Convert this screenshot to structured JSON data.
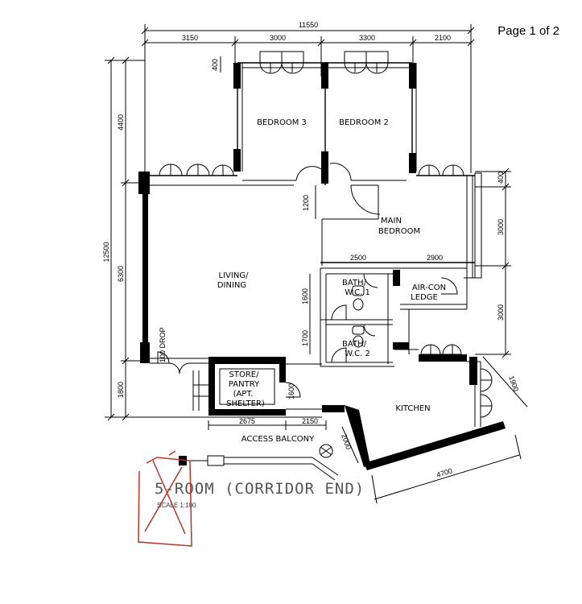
{
  "header": {
    "page_indicator": "Page 1 of 2"
  },
  "dimensions": {
    "overall_width": "11550",
    "top_segments": [
      "3150",
      "3000",
      "3300",
      "2100"
    ],
    "left_overall": "12500",
    "left_segments": [
      "4400",
      "6300",
      "1800"
    ],
    "top_window_depth": "400",
    "right_window_depth": "400",
    "inner_1200": "1200",
    "main_bedroom_height": "3000",
    "bath_height_1": "1600",
    "bath_height_2": "1700",
    "bath_width": "2500",
    "aircon_width": "2900",
    "kitchen_height": "3000",
    "store_depth": "1600",
    "balcony_1": "2675",
    "balcony_2": "2150",
    "kitchen_width": "4700",
    "kitchen_side": "1900",
    "kitchen_diag": "2000",
    "drop_label": "100 DROP"
  },
  "rooms": {
    "bedroom3": "BEDROOM 3",
    "bedroom2": "BEDROOM 2",
    "main_bedroom_1": "MAIN",
    "main_bedroom_2": "BEDROOM",
    "living_1": "LIVING/",
    "living_2": "DINING",
    "bath1_1": "BATH/",
    "bath1_2": "W.C. 1",
    "bath2_1": "BATH/",
    "bath2_2": "W.C. 2",
    "aircon_1": "AIR-CON",
    "aircon_2": "LEDGE",
    "store_1": "STORE/",
    "store_2": "PANTRY",
    "store_3": "(APT.",
    "store_4": "SHELTER)",
    "kitchen": "KITCHEN",
    "access_balcony": "ACCESS BALCONY"
  },
  "title": {
    "text": "5-ROOM (CORRIDOR END)",
    "scale": "SCALE 1:100"
  }
}
